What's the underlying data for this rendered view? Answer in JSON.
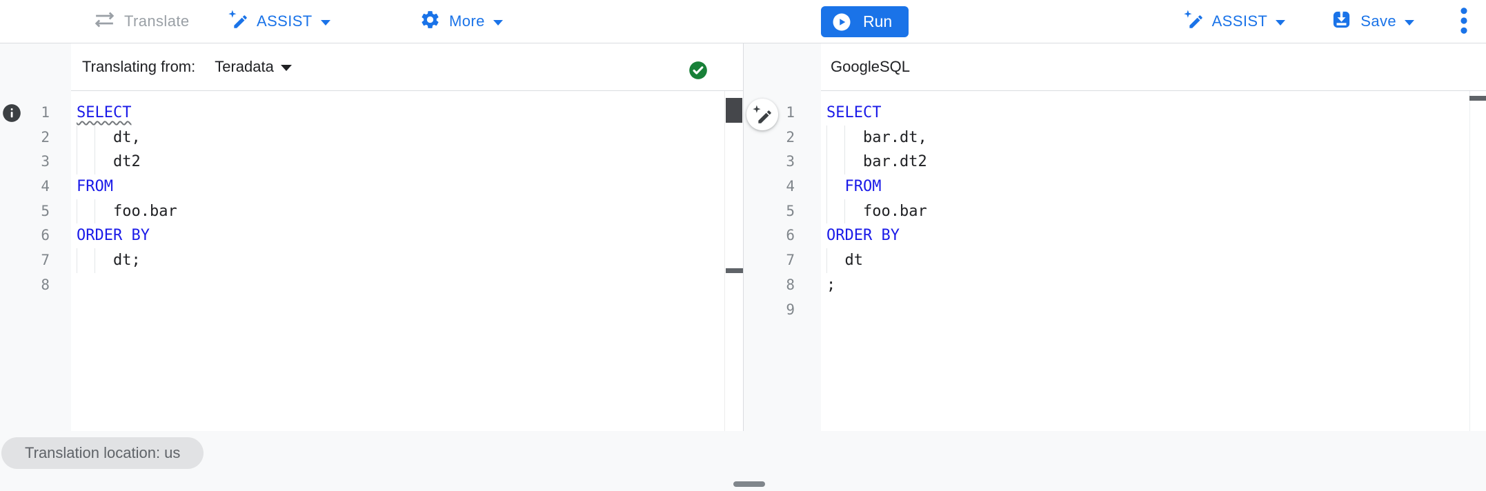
{
  "app": {
    "name": "SQL translator"
  },
  "colors": {
    "accent_blue": "#1a73e8",
    "keyword_blue": "#1a1ae8",
    "text_dark": "#202124",
    "disabled_gray": "#9aa0a6",
    "line_number_gray": "#80868b",
    "gutter_bg": "#f8f9fa",
    "border": "#dadce0",
    "chip_bg": "#e1e2e4",
    "chip_text": "#5f6368",
    "success_green": "#188038"
  },
  "icons": {
    "translate": "swap-arrows-icon",
    "assist": "pen-sparkle-icon",
    "more": "gear-icon",
    "run": "play-circle-icon",
    "save": "save-icon",
    "overflow_menu": "kebab-menu-icon",
    "source_status": "check-circle-icon",
    "line_annotation": "info-icon",
    "floating_assist": "pen-sparkle-icon",
    "dropdown": "caret-down-icon"
  },
  "left_panel": {
    "toolbar": {
      "translate_label": "Translate",
      "assist_label": "ASSIST",
      "more_label": "More"
    },
    "header": {
      "label": "Translating from:",
      "source_dialect": "Teradata"
    },
    "editor": {
      "lines": [
        {
          "num": 1,
          "indent": 0,
          "segments": [
            {
              "text": "SELECT",
              "kind": "keyword",
              "underline": "wavy"
            }
          ]
        },
        {
          "num": 2,
          "indent": 4,
          "segments": [
            {
              "text": "dt,",
              "kind": "plain"
            }
          ]
        },
        {
          "num": 3,
          "indent": 4,
          "segments": [
            {
              "text": "dt2",
              "kind": "plain"
            }
          ]
        },
        {
          "num": 4,
          "indent": 0,
          "segments": [
            {
              "text": "FROM",
              "kind": "keyword"
            }
          ]
        },
        {
          "num": 5,
          "indent": 4,
          "segments": [
            {
              "text": "foo.bar",
              "kind": "plain"
            }
          ]
        },
        {
          "num": 6,
          "indent": 0,
          "segments": [
            {
              "text": "ORDER BY",
              "kind": "keyword"
            }
          ]
        },
        {
          "num": 7,
          "indent": 4,
          "segments": [
            {
              "text": "dt;",
              "kind": "plain"
            }
          ]
        },
        {
          "num": 8,
          "indent": 0,
          "segments": []
        }
      ]
    }
  },
  "right_panel": {
    "toolbar": {
      "run_label": "Run",
      "assist_label": "ASSIST",
      "save_label": "Save"
    },
    "header": {
      "target_dialect": "GoogleSQL"
    },
    "editor": {
      "lines": [
        {
          "num": 1,
          "indent": 0,
          "segments": [
            {
              "text": "SELECT",
              "kind": "keyword"
            }
          ]
        },
        {
          "num": 2,
          "indent": 4,
          "segments": [
            {
              "text": "bar.dt,",
              "kind": "plain"
            }
          ]
        },
        {
          "num": 3,
          "indent": 4,
          "segments": [
            {
              "text": "bar.dt2",
              "kind": "plain"
            }
          ]
        },
        {
          "num": 4,
          "indent": 2,
          "segments": [
            {
              "text": "FROM",
              "kind": "keyword"
            }
          ]
        },
        {
          "num": 5,
          "indent": 4,
          "segments": [
            {
              "text": "foo.bar",
              "kind": "plain"
            }
          ]
        },
        {
          "num": 6,
          "indent": 0,
          "segments": [
            {
              "text": "ORDER BY",
              "kind": "keyword"
            }
          ]
        },
        {
          "num": 7,
          "indent": 2,
          "segments": [
            {
              "text": "dt",
              "kind": "plain"
            }
          ]
        },
        {
          "num": 8,
          "indent": 0,
          "segments": [
            {
              "text": ";",
              "kind": "plain"
            }
          ]
        },
        {
          "num": 9,
          "indent": 0,
          "segments": []
        }
      ]
    }
  },
  "footer": {
    "location_chip": "Translation location: us"
  }
}
